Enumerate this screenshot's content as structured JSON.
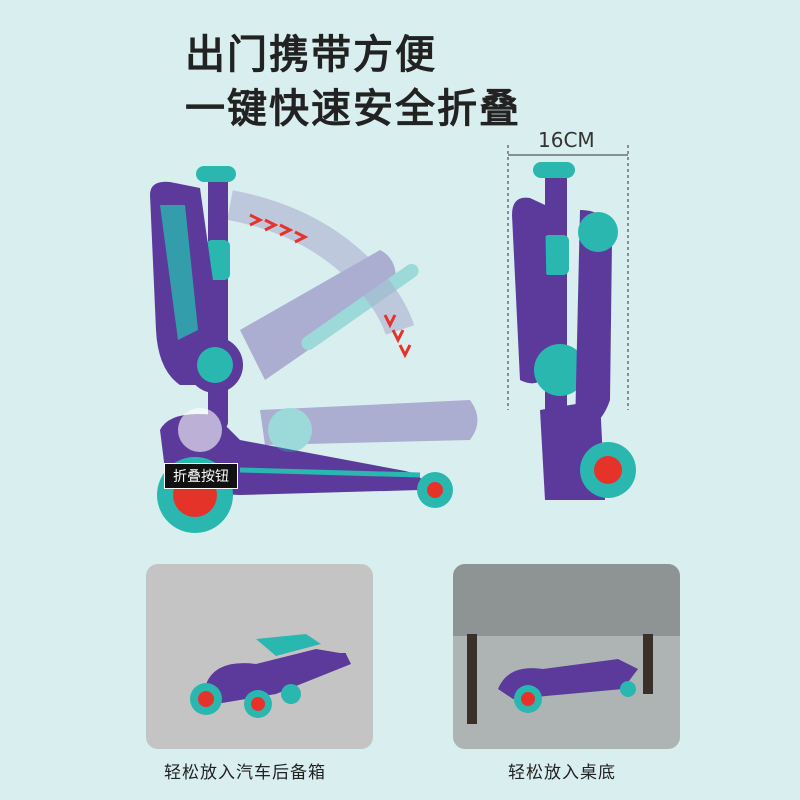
{
  "headline": {
    "line1": "出门携带方便",
    "line2": "一键快速安全折叠"
  },
  "dimension_label": "16CM",
  "button_tag": "折叠按钮",
  "captions": {
    "car_trunk": "轻松放入汽车后备箱",
    "under_table": "轻松放入桌底"
  },
  "colors": {
    "background": "#d9eeee",
    "scooter_purple": "#5b3a9c",
    "scooter_teal": "#2ab7b0",
    "wheel_red": "#e5332a"
  }
}
